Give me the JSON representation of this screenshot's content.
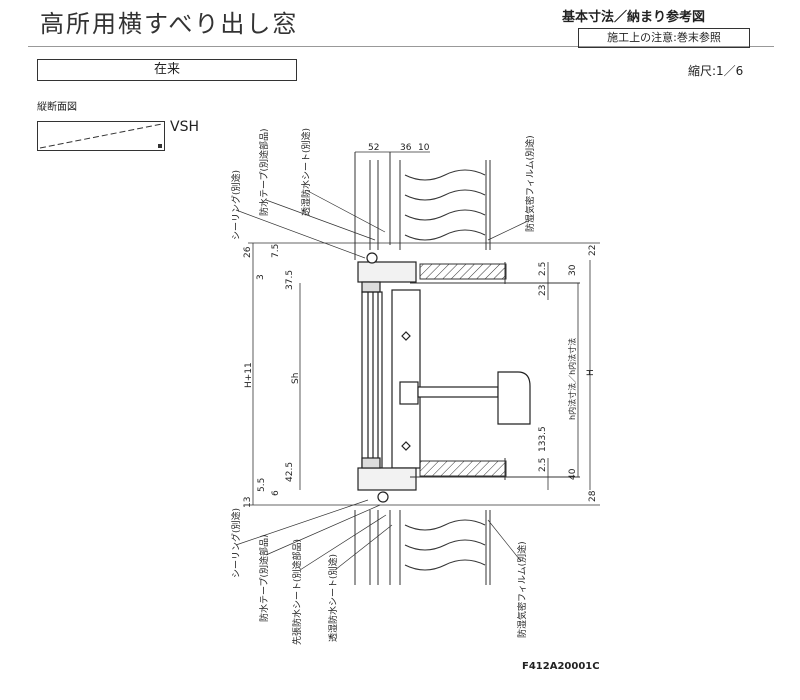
{
  "header": {
    "title": "高所用横すべり出し窓",
    "reference": "基本寸法／納まり参考図",
    "note": "施工上の注意:巻末参照"
  },
  "subheader": {
    "existing": "在来",
    "scale": "縮尺:1／6",
    "section": "縦断面図",
    "vsh": "VSH"
  },
  "dimensions": {
    "top": [
      "52",
      "36",
      "10"
    ],
    "left": [
      "26",
      "7.5",
      "3",
      "37.5",
      "H+11",
      "Sh",
      "42.5",
      "5.5",
      "6",
      "13"
    ],
    "right": [
      "22",
      "30",
      "2.5",
      "23",
      "H",
      "h内法寸法／h内法寸法",
      "133.5",
      "2.5",
      "40",
      "28"
    ]
  },
  "callouts": {
    "sealing_top": "シーリング(別途)",
    "waterproof_tape_top": "防水テープ(別途部品)",
    "breathable_sheet_top": "透湿防水シート(別途)",
    "vapor_film_top": "防湿気密フィルム(別途)",
    "sealing_bottom": "シーリング(別途)",
    "waterproof_tape_bottom": "防水テープ(別途部品)",
    "waterproof_sheet_bottom": "先張防水シート(別途部品)",
    "breathable_sheet_bottom": "透湿防水シート(別途)",
    "vapor_film_bottom": "防湿気密フィルム(別途)"
  },
  "drawing_code": "F412A20001C"
}
